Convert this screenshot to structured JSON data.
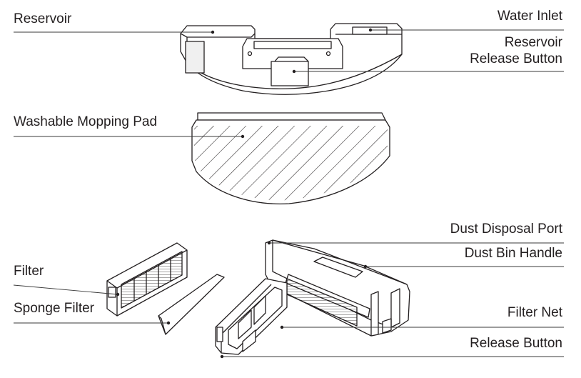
{
  "labels": {
    "reservoir": "Reservoir",
    "water_inlet": "Water Inlet",
    "reservoir_release_line1": "Reservoir",
    "reservoir_release_line2": "Release Button",
    "washable_mopping_pad": "Washable Mopping Pad",
    "dust_disposal_port": "Dust Disposal Port",
    "dust_bin_handle": "Dust Bin Handle",
    "filter": "Filter",
    "sponge_filter": "Sponge Filter",
    "filter_net": "Filter Net",
    "release_button": "Release Button"
  },
  "colors": {
    "ink": "#231f20",
    "leader": "#3a3a3a",
    "fill": "#ffffff",
    "shade": "#f0f0f0"
  }
}
